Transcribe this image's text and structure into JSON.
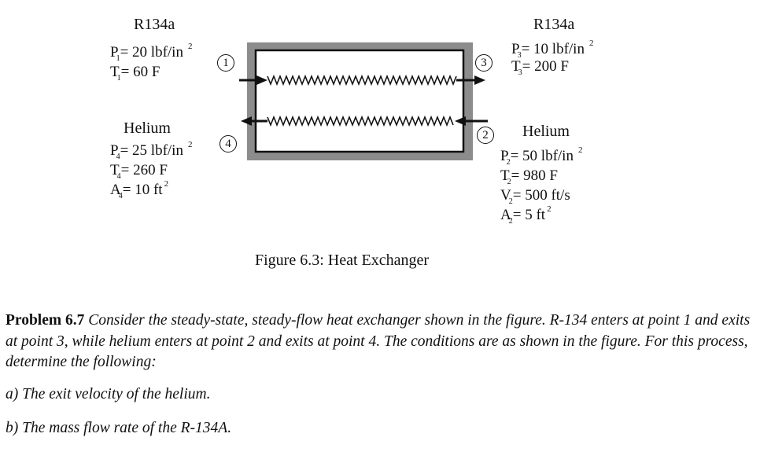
{
  "figure": {
    "left_fluid": {
      "top_title": "R134a",
      "P1": {
        "sym": "P",
        "sub": "1",
        "text": "= 20 lbf/in",
        "sup": "2"
      },
      "T1": {
        "sym": "T",
        "sub": "1",
        "text": "= 60  F"
      },
      "bottom_title": "Helium",
      "P4": {
        "sym": "P",
        "sub": "4",
        "text": "= 25 lbf/in",
        "sup": "2"
      },
      "T4": {
        "sym": "T",
        "sub": "4",
        "text": "= 260 F"
      },
      "A4": {
        "sym": "A",
        "sub": "4",
        "text": "= 10 ft",
        "sup": "2"
      }
    },
    "right_fluid": {
      "top_title": "R134a",
      "P3": {
        "sym": "P",
        "sub": "3",
        "text": "= 10 lbf/in",
        "sup": "2"
      },
      "T3": {
        "sym": "T",
        "sub": "3",
        "text": "= 200 F"
      },
      "bottom_title": "Helium",
      "P2": {
        "sym": "P",
        "sub": "2",
        "text": "= 50 lbf/in",
        "sup": "2"
      },
      "T2": {
        "sym": "T",
        "sub": "2",
        "text": "= 980 F"
      },
      "V2": {
        "sym": "V",
        "sub": "2",
        "text": "= 500 ft/s"
      },
      "A2": {
        "sym": "A",
        "sub": "2",
        "text": "= 5 ft",
        "sup": "2"
      }
    },
    "points": {
      "p1": "1",
      "p2": "2",
      "p3": "3",
      "p4": "4"
    },
    "caption": "Figure 6.3: Heat Exchanger"
  },
  "problem": {
    "label": "Problem 6.7",
    "text": "Consider the steady-state, steady-flow heat exchanger shown in the figure. R-134 enters at point 1 and exits at point 3, while helium enters at point 2 and exits at point 4. The conditions are as shown in the figure. For this process, determine the following:",
    "item_a": "a) The exit velocity of the helium.",
    "item_b": "b) The mass flow rate of the R-134A."
  }
}
